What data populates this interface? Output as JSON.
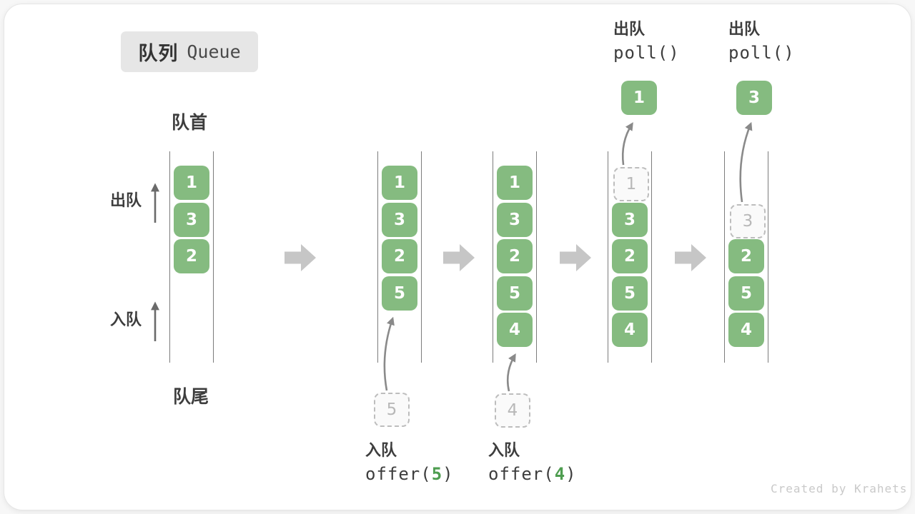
{
  "title": {
    "zh": "队列",
    "en": "Queue"
  },
  "labels": {
    "front": "队首",
    "rear": "队尾",
    "dequeue": "出队",
    "enqueue": "入队"
  },
  "ops": {
    "enqueue_5": {
      "name": "入队",
      "pre": "offer(",
      "arg": "5",
      "post": ")"
    },
    "enqueue_4": {
      "name": "入队",
      "pre": "offer(",
      "arg": "4",
      "post": ")"
    },
    "dequeue_1": {
      "name": "出队",
      "code": "poll()",
      "result": "1"
    },
    "dequeue_3": {
      "name": "出队",
      "code": "poll()",
      "result": "3"
    }
  },
  "queues": [
    {
      "slots": [
        "1",
        "3",
        "2"
      ]
    },
    {
      "slots": [
        "1",
        "3",
        "2",
        "5"
      ],
      "incoming": "5"
    },
    {
      "slots": [
        "1",
        "3",
        "2",
        "5",
        "4"
      ],
      "incoming": "4"
    },
    {
      "dashed": "1",
      "slots": [
        "3",
        "2",
        "5",
        "4"
      ],
      "out": "1"
    },
    {
      "dashed": "3",
      "slots": [
        "2",
        "5",
        "4"
      ],
      "out": "3"
    }
  ],
  "watermark": "Created by Krahets",
  "colors": {
    "item_green": "#85BB80",
    "code_arg_green": "#4E9D50",
    "flow_arrow_gray": "#c6c6c6",
    "wall_gray": "#7c7c7c"
  }
}
